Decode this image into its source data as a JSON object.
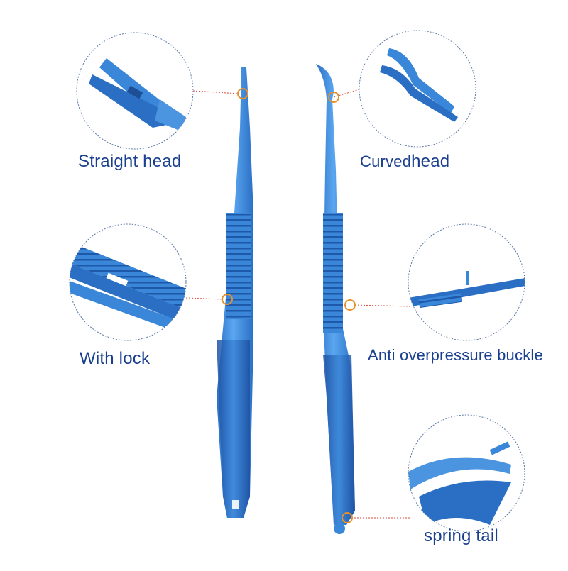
{
  "labels": {
    "straight_head": "Straight head",
    "curved_part1": "Curved",
    "curved_part2": "head",
    "with_lock": "With lock",
    "anti_overpressure": "Anti overpressure buckle",
    "spring_tail": "spring tail"
  },
  "colors": {
    "instrument_blue": "#3a86d8",
    "instrument_dark": "#1f5fb0",
    "label_text": "#1a3f8f",
    "callout_ring": "#e8902a",
    "leader_line": "#d94a3a",
    "detail_circle_border": "#5a78a8"
  }
}
